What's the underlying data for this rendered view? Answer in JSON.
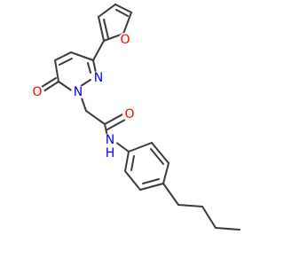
{
  "structure": {
    "atom_labels": {
      "furan_o": "O",
      "pyridazine_n2": "N",
      "pyridazine_n1": "N",
      "keto_o": "O",
      "amide_o": "O",
      "amide_n": "N",
      "amide_h": "H"
    },
    "colors": {
      "oxygen": "#ff0000",
      "nitrogen": "#0000ff",
      "bond": "#3a3a3a"
    }
  }
}
